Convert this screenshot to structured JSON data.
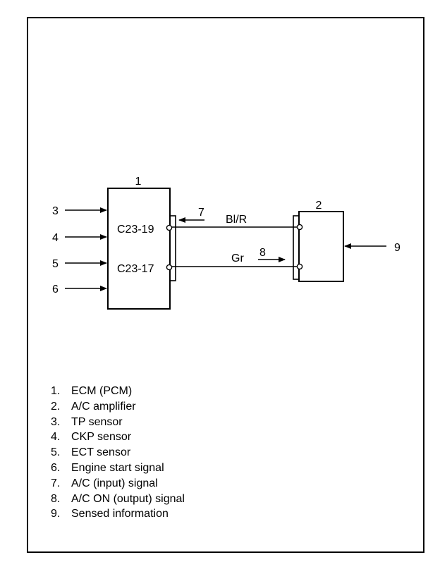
{
  "diagram": {
    "ecm_number": "1",
    "amp_number": "2",
    "inputs": [
      "3",
      "4",
      "5",
      "6"
    ],
    "pin_upper": "C23-19",
    "pin_lower": "C23-17",
    "signal_7": "7",
    "signal_8": "8",
    "wire_upper": "Bl/R",
    "wire_lower": "Gr",
    "sensed_input": "9"
  },
  "legend": [
    {
      "num": "1.",
      "text": "ECM (PCM)"
    },
    {
      "num": "2.",
      "text": "A/C amplifier"
    },
    {
      "num": "3.",
      "text": "TP sensor"
    },
    {
      "num": "4.",
      "text": "CKP sensor"
    },
    {
      "num": "5.",
      "text": "ECT sensor"
    },
    {
      "num": "6.",
      "text": "Engine start signal"
    },
    {
      "num": "7.",
      "text": "A/C (input) signal"
    },
    {
      "num": "8.",
      "text": "A/C ON (output) signal"
    },
    {
      "num": "9.",
      "text": "Sensed information"
    }
  ]
}
